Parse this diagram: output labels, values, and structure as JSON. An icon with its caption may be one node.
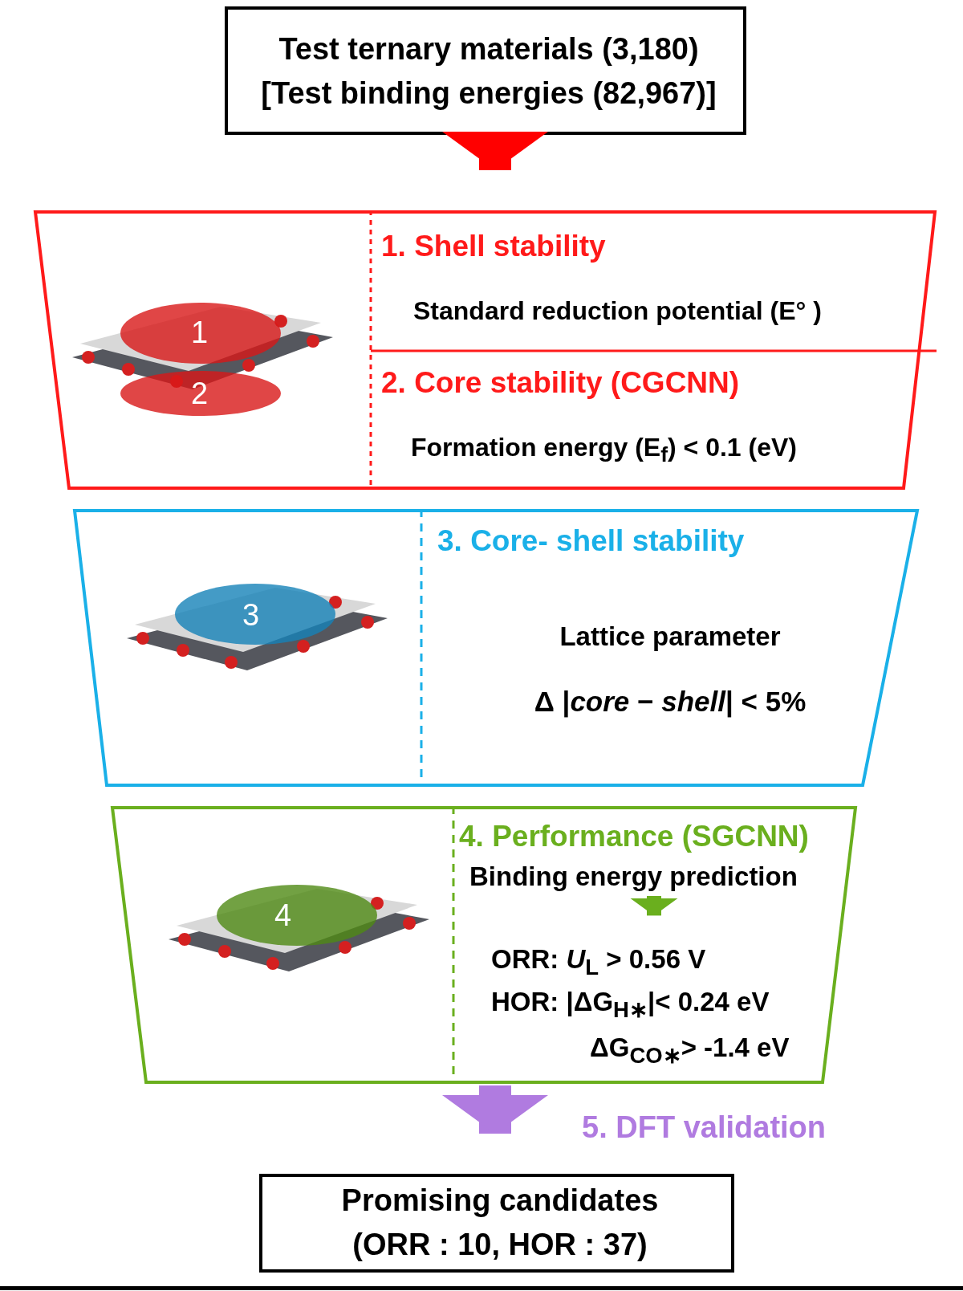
{
  "diagram": {
    "nodes": [
      {
        "text": [
          "Test ternary materials (3,180) [Test binding energies (82,967)]"
        ]
      },
      {
        "text": [
          "1. Shell stability",
          "Standard reduction potential (E° )",
          "2. Core stability (CGCNN)",
          "Formation energy (E$_{f}$) < 0.1 (eV)"
        ]
      },
      {
        "text": [
          "3. Core- shell stability",
          "Lattice parameter",
          "Δ |*core* − *shell*| < 5%"
        ]
      },
      {
        "text": [
          "4. Performance (SGCNN)"
        ]
      },
      {
        "text": [
          "Binding energy prediction"
        ],
        "in": 3
      },
      {
        "text": [
          "ORR: *U*$_{L}$ > 0.56 V",
          "HOR: |ΔG$_{H∗}$|< 0.24 eV",
          "ΔG$_{CO∗}$> -1.4 eV"
        ],
        "in": 3
      },
      {
        "text": [
          "Promising candidates (ORR : 10, HOR : 37)"
        ]
      }
    ],
    "edges": [
      {
        "from": 0,
        "to": 1,
        "arrow": "to",
        "color": "#ff0000"
      },
      {
        "from": 4,
        "to": 5,
        "arrow": "to",
        "color": "#6aaf1e"
      },
      {
        "from": 3,
        "to": 6,
        "arrow": "to",
        "color": "#b07be0",
        "label": "5. DFT validation"
      }
    ],
    "labels": [
      "1",
      "2",
      "3",
      "4"
    ]
  }
}
